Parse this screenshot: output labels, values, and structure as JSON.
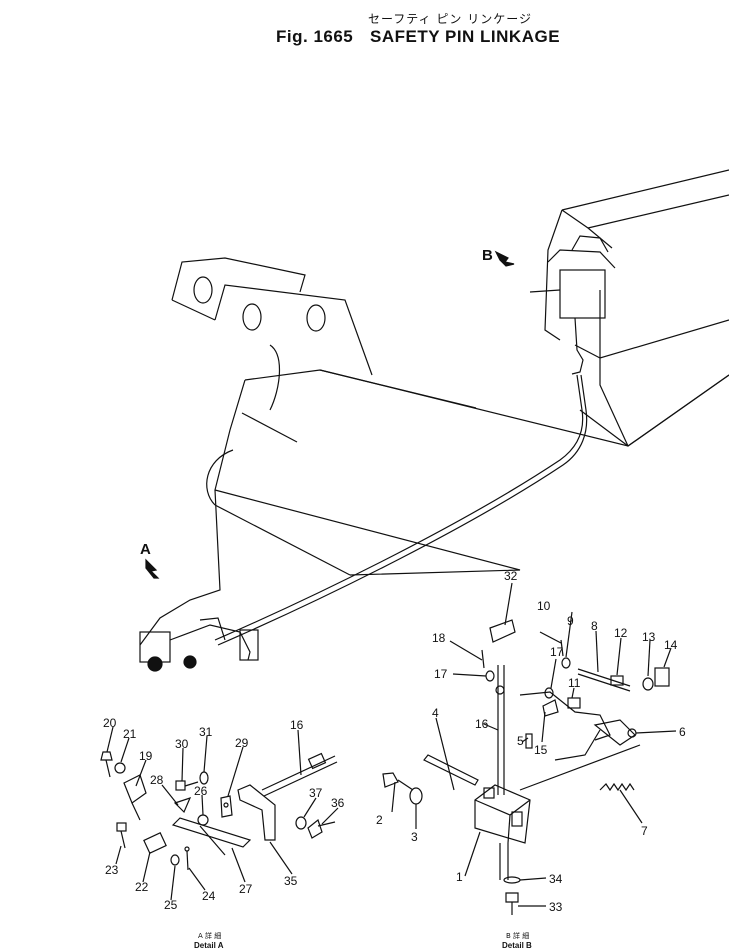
{
  "header": {
    "title_jp": "セーフティ ピン リンケージ",
    "fig_label": "Fig. 1665",
    "title_en": "SAFETY PIN LINKAGE"
  },
  "view_markers": {
    "a": "A",
    "b": "B"
  },
  "details": {
    "a_jp": "A 詳 細",
    "a_en": "Detail A",
    "b_jp": "B 詳 細",
    "b_en": "Detail B"
  },
  "part_callouts": [
    "1",
    "2",
    "3",
    "4",
    "5",
    "6",
    "7",
    "8",
    "9",
    "10",
    "11",
    "12",
    "13",
    "14",
    "15",
    "16",
    "16",
    "17",
    "17",
    "18",
    "19",
    "20",
    "21",
    "22",
    "23",
    "24",
    "25",
    "26",
    "27",
    "28",
    "29",
    "30",
    "31",
    "32",
    "33",
    "34",
    "35",
    "36",
    "37"
  ]
}
